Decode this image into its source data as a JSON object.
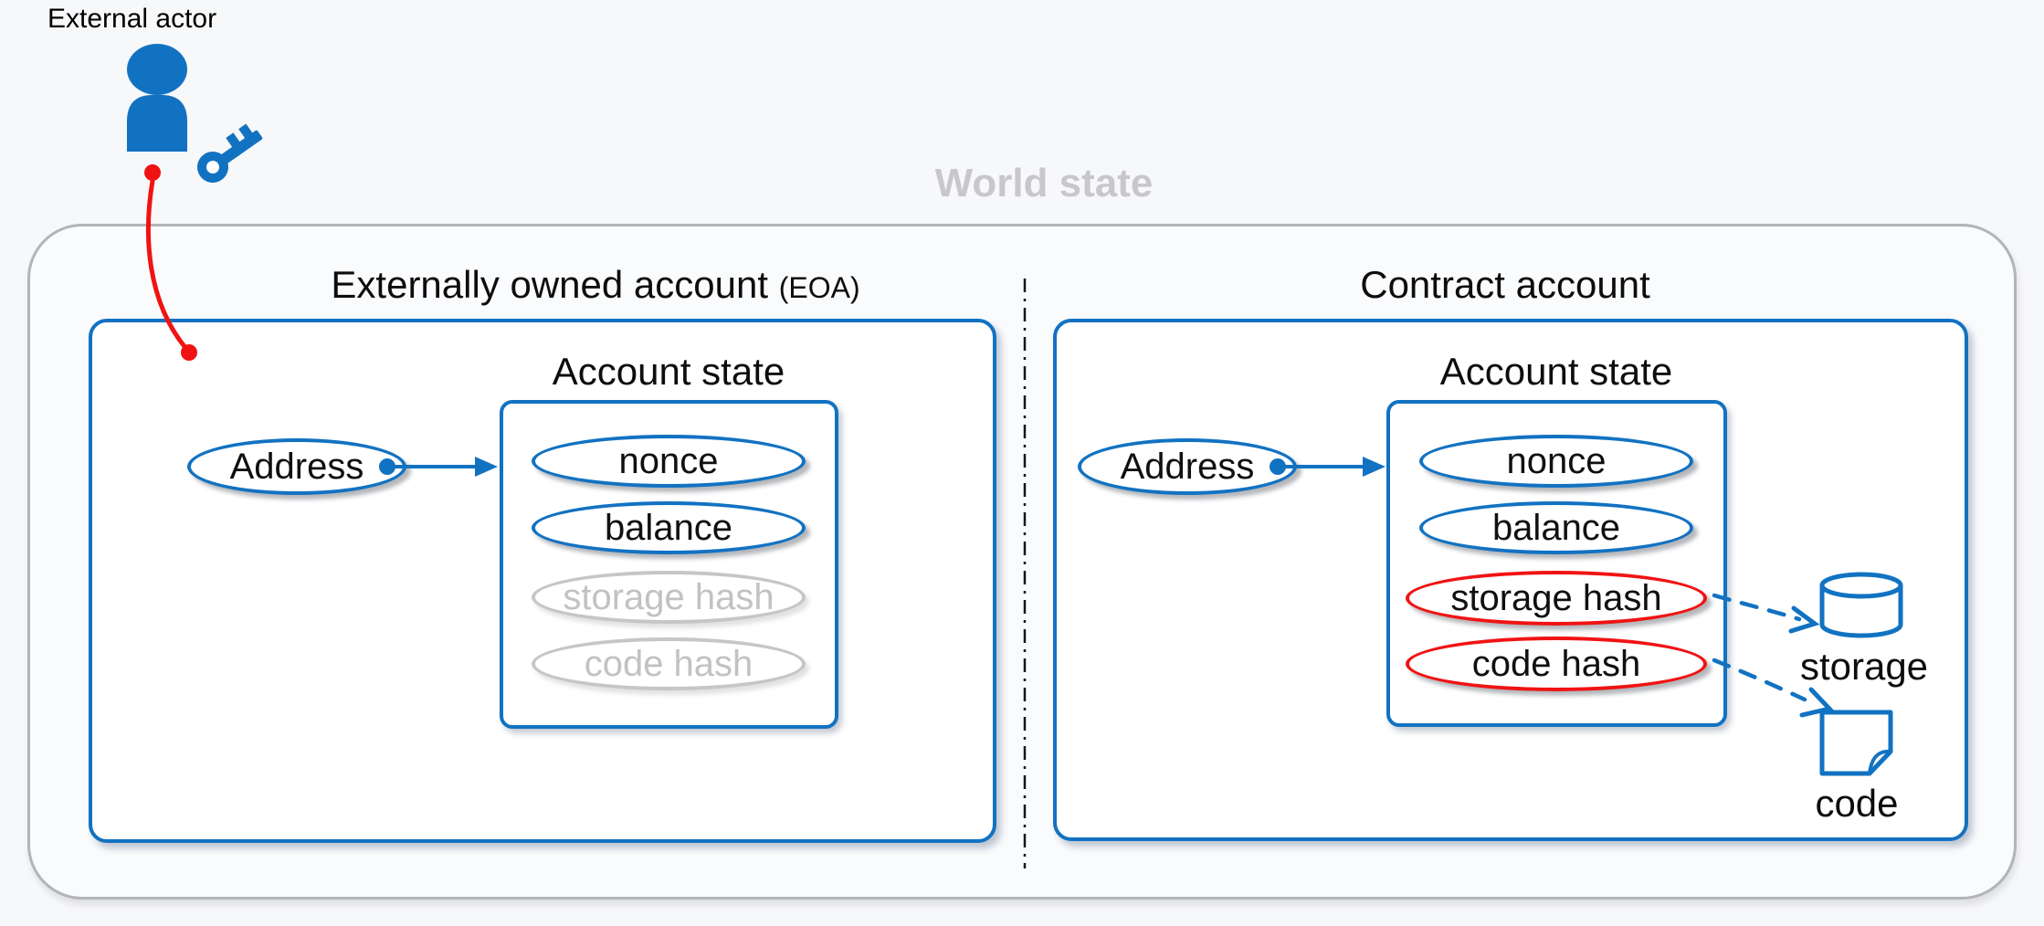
{
  "external_actor": {
    "label": "External actor",
    "icons": [
      "person-icon",
      "key-icon"
    ]
  },
  "world_state": {
    "label": "World state"
  },
  "eoa": {
    "title": "Externally owned account",
    "title_suffix": "(EOA)",
    "address": {
      "label": "Address"
    },
    "account_state": {
      "title": "Account state",
      "fields": [
        {
          "label": "nonce",
          "status": "active"
        },
        {
          "label": "balance",
          "status": "active"
        },
        {
          "label": "storage hash",
          "status": "empty"
        },
        {
          "label": "code hash",
          "status": "empty"
        }
      ]
    }
  },
  "contract": {
    "title": "Contract account",
    "address": {
      "label": "Address"
    },
    "account_state": {
      "title": "Account state",
      "fields": [
        {
          "label": "nonce",
          "status": "active"
        },
        {
          "label": "balance",
          "status": "active"
        },
        {
          "label": "storage hash",
          "status": "highlighted"
        },
        {
          "label": "code hash",
          "status": "highlighted"
        }
      ]
    },
    "externals": [
      {
        "label": "storage",
        "icon": "database-cylinder-icon"
      },
      {
        "label": "code",
        "icon": "document-icon"
      }
    ]
  },
  "colors": {
    "blue": "#1272c2",
    "red": "#f01313",
    "gray_border": "#b2b4b6",
    "gray_muted": "#c6c6c6",
    "world_title_gray": "#c8c8ca",
    "background": "#f7f8fa",
    "text_black": "#0d0d0d"
  }
}
